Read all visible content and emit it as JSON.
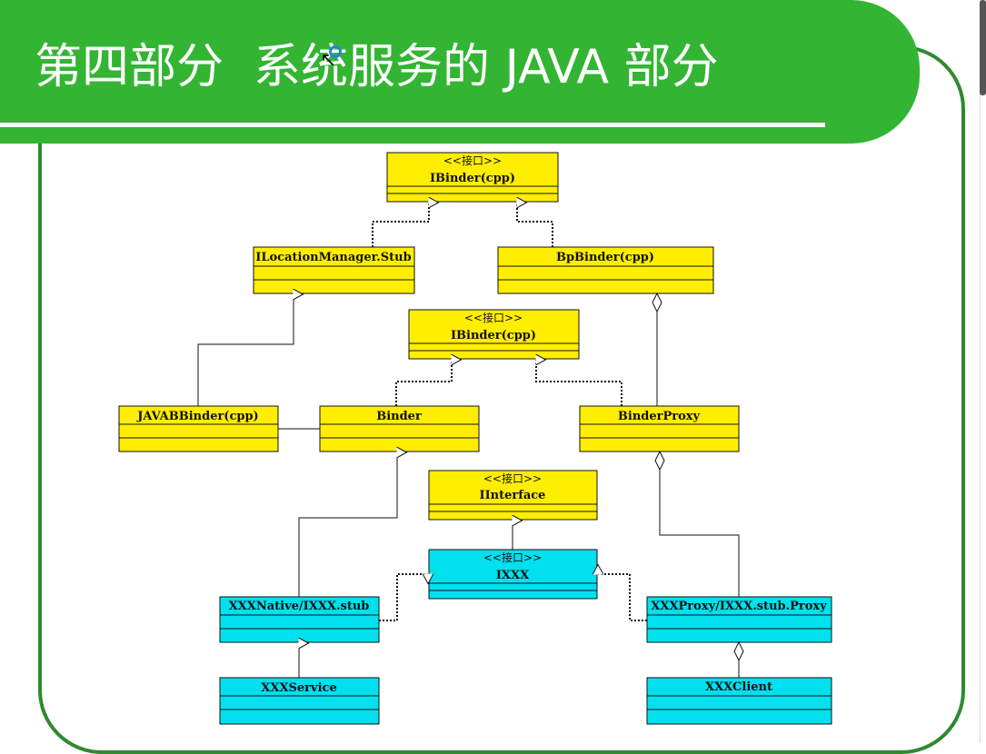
{
  "title": "第四部分  系统服务的 JAVA 部分",
  "colors": {
    "banner_green": "#33b533",
    "frame_green": "#2f8a2f",
    "yellow_class": "#ffee00",
    "cyan_class": "#00e0ee"
  },
  "diagram": {
    "classes": {
      "ibinder_top": {
        "stereotype": "<<接口>>",
        "name": "IBinder(cpp)"
      },
      "ilocation_stub": {
        "name": "ILocationManager.Stub"
      },
      "bpbinder": {
        "name": "BpBinder(cpp)"
      },
      "ibinder_mid": {
        "stereotype": "<<接口>>",
        "name": "IBinder(cpp)"
      },
      "javabbinder": {
        "name": "JAVABBinder(cpp)"
      },
      "binder": {
        "name": "Binder"
      },
      "binderproxy": {
        "name": "BinderProxy"
      },
      "iinterface": {
        "stereotype": "<<接口>>",
        "name": "IInterface"
      },
      "ixxx": {
        "stereotype": "<<接口>>",
        "name": "IXXX"
      },
      "xxxnative": {
        "name": "XXXNative/IXXX.stub"
      },
      "xxxproxy": {
        "name": "XXXProxy/IXXX.stub.Proxy"
      },
      "xxxservice": {
        "name": "XXXService"
      },
      "xxxclient": {
        "name": "XXXClient"
      }
    }
  }
}
